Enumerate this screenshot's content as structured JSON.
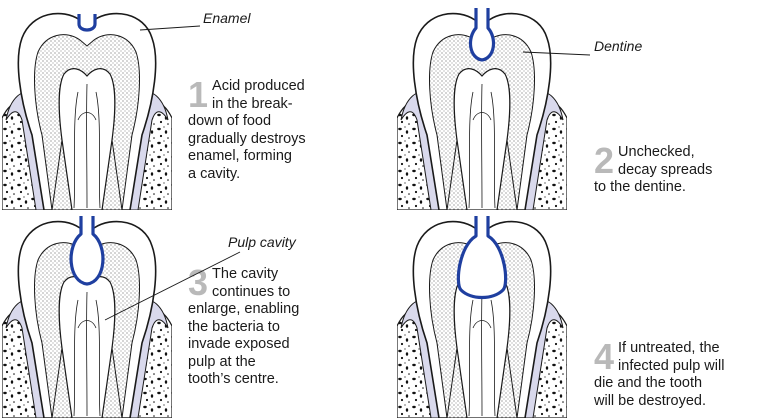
{
  "steps": [
    {
      "number": "1",
      "text_lines": [
        "Acid produced",
        "in the break-",
        "down of food",
        "gradually destroys",
        "enamel, forming",
        "a cavity."
      ],
      "cavity_stage": 1
    },
    {
      "number": "2",
      "text_lines": [
        "Unchecked,",
        "decay spreads",
        "to the dentine."
      ],
      "cavity_stage": 2
    },
    {
      "number": "3",
      "text_lines": [
        "The cavity",
        "continues to",
        "enlarge, enabling",
        "the bacteria to",
        "invade exposed",
        "pulp at the",
        "tooth’s centre."
      ],
      "cavity_stage": 3
    },
    {
      "number": "4",
      "text_lines": [
        "If untreated, the",
        "infected pulp will",
        "die and the tooth",
        "will be destroyed."
      ],
      "cavity_stage": 4
    }
  ],
  "labels": {
    "enamel": "Enamel",
    "dentine": "Dentine",
    "pulp_cavity": "Pulp cavity"
  },
  "colors": {
    "cavity": "#1f3fa0",
    "gum": "#d9d9ec",
    "number": "#b9b9b9",
    "outline": "#1a1a1a"
  }
}
